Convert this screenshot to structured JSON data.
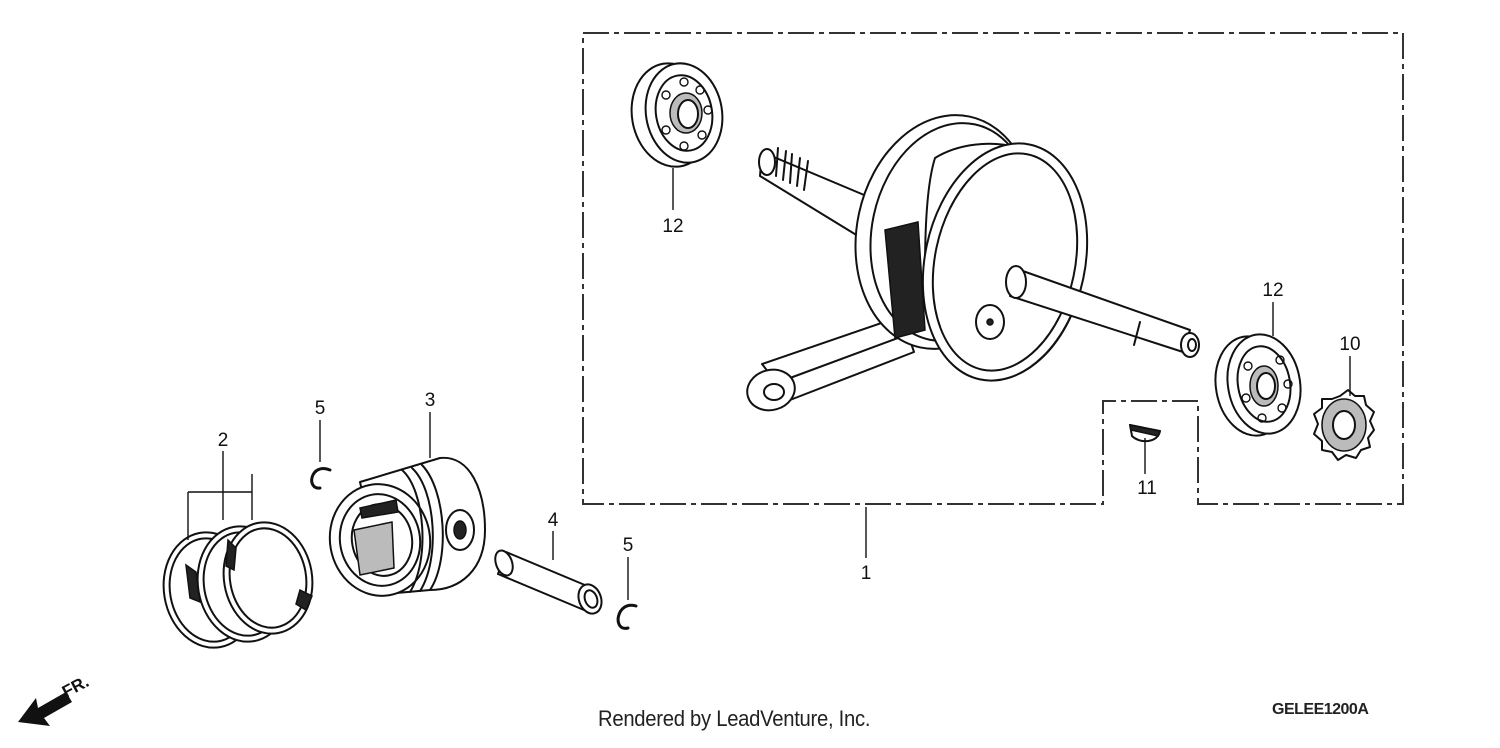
{
  "diagram": {
    "callouts": {
      "c1": "1",
      "c2": "2",
      "c3": "3",
      "c4": "4",
      "c5a": "5",
      "c5b": "5",
      "c10": "10",
      "c11": "11",
      "c12a": "12",
      "c12b": "12"
    },
    "direction_label": "FR.",
    "diagram_code": "GELEE1200A"
  },
  "footer": {
    "rendered_by": "Rendered by LeadVenture, Inc."
  }
}
